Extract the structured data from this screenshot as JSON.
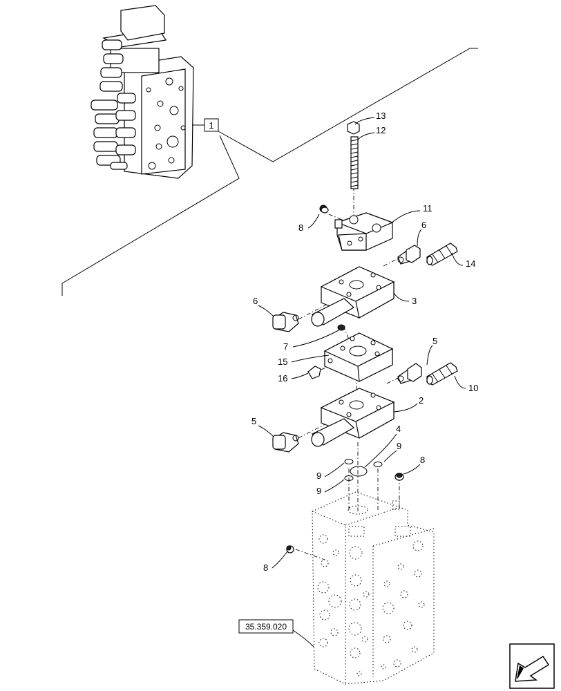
{
  "diagram": {
    "reference_label": "35.359.020",
    "assembly_callout": "1",
    "callouts": {
      "c13": "13",
      "c12": "12",
      "c11": "11",
      "c8a": "8",
      "c6a": "6",
      "c14": "14",
      "c3": "3",
      "c6b": "6",
      "c7": "7",
      "c5a": "5",
      "c15": "15",
      "c16": "16",
      "c10": "10",
      "c2": "2",
      "c5b": "5",
      "c4": "4",
      "c9a": "9",
      "c9b": "9",
      "c9c": "9",
      "c8b": "8",
      "c8c": "8"
    },
    "nav_icon": "arrow-down-left-icon"
  }
}
